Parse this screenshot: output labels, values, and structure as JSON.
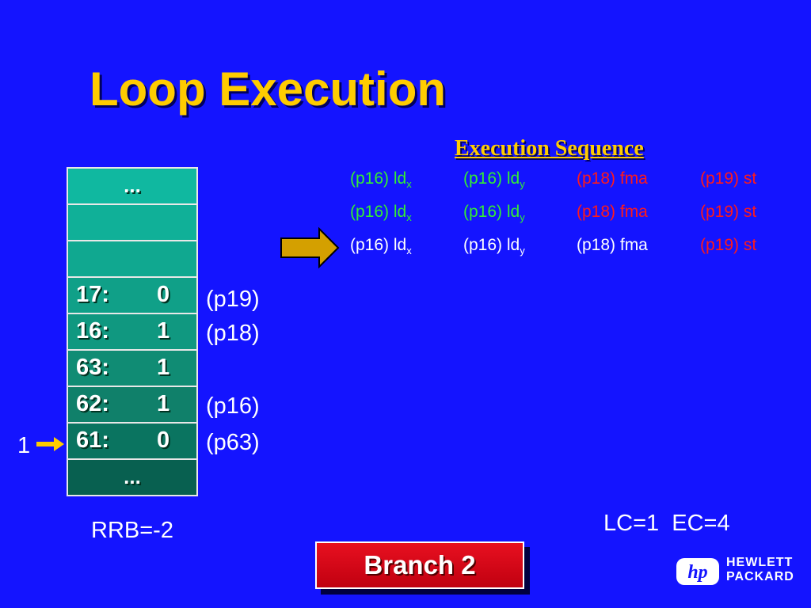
{
  "slide": {
    "title": "Loop Execution",
    "sequence_heading": "Execution Sequence",
    "sequence_rows": [
      [
        {
          "op": "(p16) ld",
          "sub": "x",
          "color": "#33ee33"
        },
        {
          "op": "(p16) ld",
          "sub": "y",
          "color": "#33ee33"
        },
        {
          "op": "(p18) fma",
          "sub": "",
          "color": "#ff1a1a"
        },
        {
          "op": "(p19) st",
          "sub": "",
          "color": "#ff1a1a"
        }
      ],
      [
        {
          "op": "(p16) ld",
          "sub": "x",
          "color": "#33ee33"
        },
        {
          "op": "(p16) ld",
          "sub": "y",
          "color": "#33ee33"
        },
        {
          "op": "(p18) fma",
          "sub": "",
          "color": "#ff1a1a"
        },
        {
          "op": "(p19) st",
          "sub": "",
          "color": "#ff1a1a"
        }
      ],
      [
        {
          "op": "(p16) ld",
          "sub": "x",
          "color": "#ffffff"
        },
        {
          "op": "(p16) ld",
          "sub": "y",
          "color": "#ffffff"
        },
        {
          "op": "(p18) fma",
          "sub": "",
          "color": "#ffffff"
        },
        {
          "op": "(p19) st",
          "sub": "",
          "color": "#ff1a1a"
        }
      ]
    ],
    "registers": [
      {
        "label": "...",
        "kind": "ellipsis"
      },
      {
        "label": "",
        "kind": "empty"
      },
      {
        "label": "",
        "kind": "empty"
      },
      {
        "index": "17:",
        "value": "0",
        "kind": "reg"
      },
      {
        "index": "16:",
        "value": "1",
        "kind": "reg"
      },
      {
        "index": "63:",
        "value": "1",
        "kind": "reg"
      },
      {
        "index": "62:",
        "value": "1",
        "kind": "reg"
      },
      {
        "index": "61:",
        "value": "0",
        "kind": "reg"
      },
      {
        "label": "...",
        "kind": "ellipsis"
      }
    ],
    "predicate_labels": {
      "p19": "(p19)",
      "p18": "(p18)",
      "p16": "(p16)",
      "p63": "(p63)"
    },
    "incoming_value": "1",
    "rrb": "RRB=-2",
    "counters": "LC=1  EC=4",
    "branch_button": "Branch 2",
    "logo": {
      "line1": "HEWLETT",
      "line2": "PACKARD",
      "mark": "hp"
    },
    "colors": {
      "background": "#1414ff",
      "title": "#ffcc00",
      "stage_active": "#33ee33",
      "stage_pending": "#ff1a1a",
      "arrow": "#d4a000",
      "button": "#d01020"
    }
  }
}
